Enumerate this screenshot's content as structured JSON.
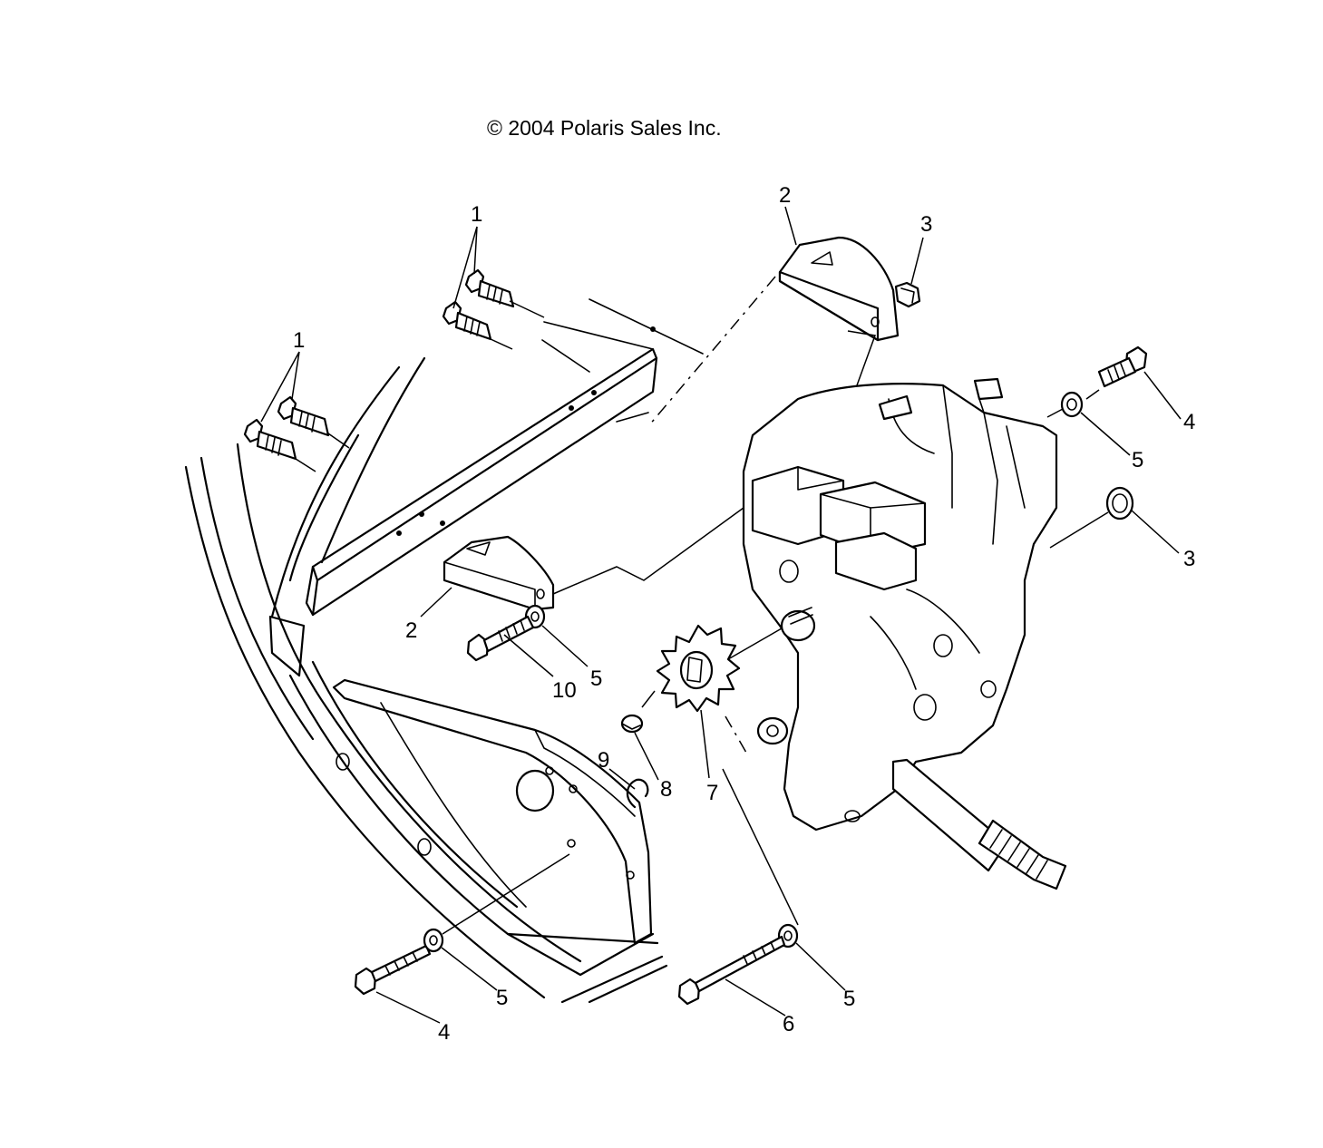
{
  "diagram": {
    "copyright": "© 2004 Polaris Sales Inc.",
    "callouts": [
      {
        "id": "c-1a",
        "text": "1"
      },
      {
        "id": "c-1b",
        "text": "1"
      },
      {
        "id": "c-2a",
        "text": "2"
      },
      {
        "id": "c-2b",
        "text": "2"
      },
      {
        "id": "c-3a",
        "text": "3"
      },
      {
        "id": "c-3b",
        "text": "3"
      },
      {
        "id": "c-4a",
        "text": "4"
      },
      {
        "id": "c-4b",
        "text": "4"
      },
      {
        "id": "c-5a",
        "text": "5"
      },
      {
        "id": "c-5b",
        "text": "5"
      },
      {
        "id": "c-5c",
        "text": "5"
      },
      {
        "id": "c-5d",
        "text": "5"
      },
      {
        "id": "c-6",
        "text": "6"
      },
      {
        "id": "c-7",
        "text": "7"
      },
      {
        "id": "c-8",
        "text": "8"
      },
      {
        "id": "c-9",
        "text": "9"
      },
      {
        "id": "c-10",
        "text": "10"
      }
    ]
  }
}
